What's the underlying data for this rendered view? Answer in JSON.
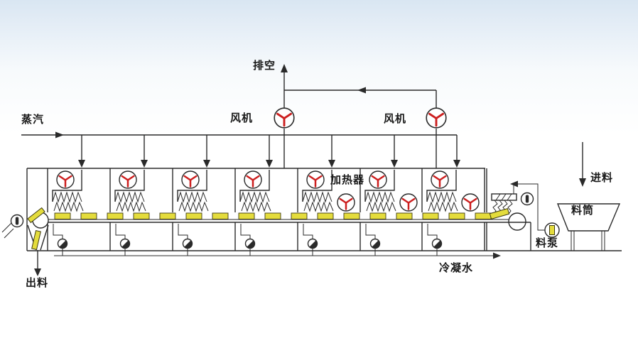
{
  "diagram": {
    "type": "process-flow-diagram",
    "subject": "belt-dryer-line",
    "labels": {
      "steam": "蒸汽",
      "vent": "排空",
      "fan_left": "风机",
      "fan_right": "风机",
      "heater": "加热器",
      "feed": "进料",
      "hopper": "料筒",
      "pump": "料泵",
      "discharge": "出料",
      "condensate": "冷凝水"
    },
    "equipment_counts": {
      "drying_chambers": 7,
      "chamber_circulation_fans": 7,
      "auxiliary_circulation_fans": 3,
      "exhaust_fans": 2,
      "heaters": 7,
      "steam_traps": 7
    },
    "colors": {
      "line": "#2a2a2a",
      "fan_blade": "#cc1f1f",
      "belt": "#e4dc3c",
      "sky": "#d9e6f2"
    }
  }
}
